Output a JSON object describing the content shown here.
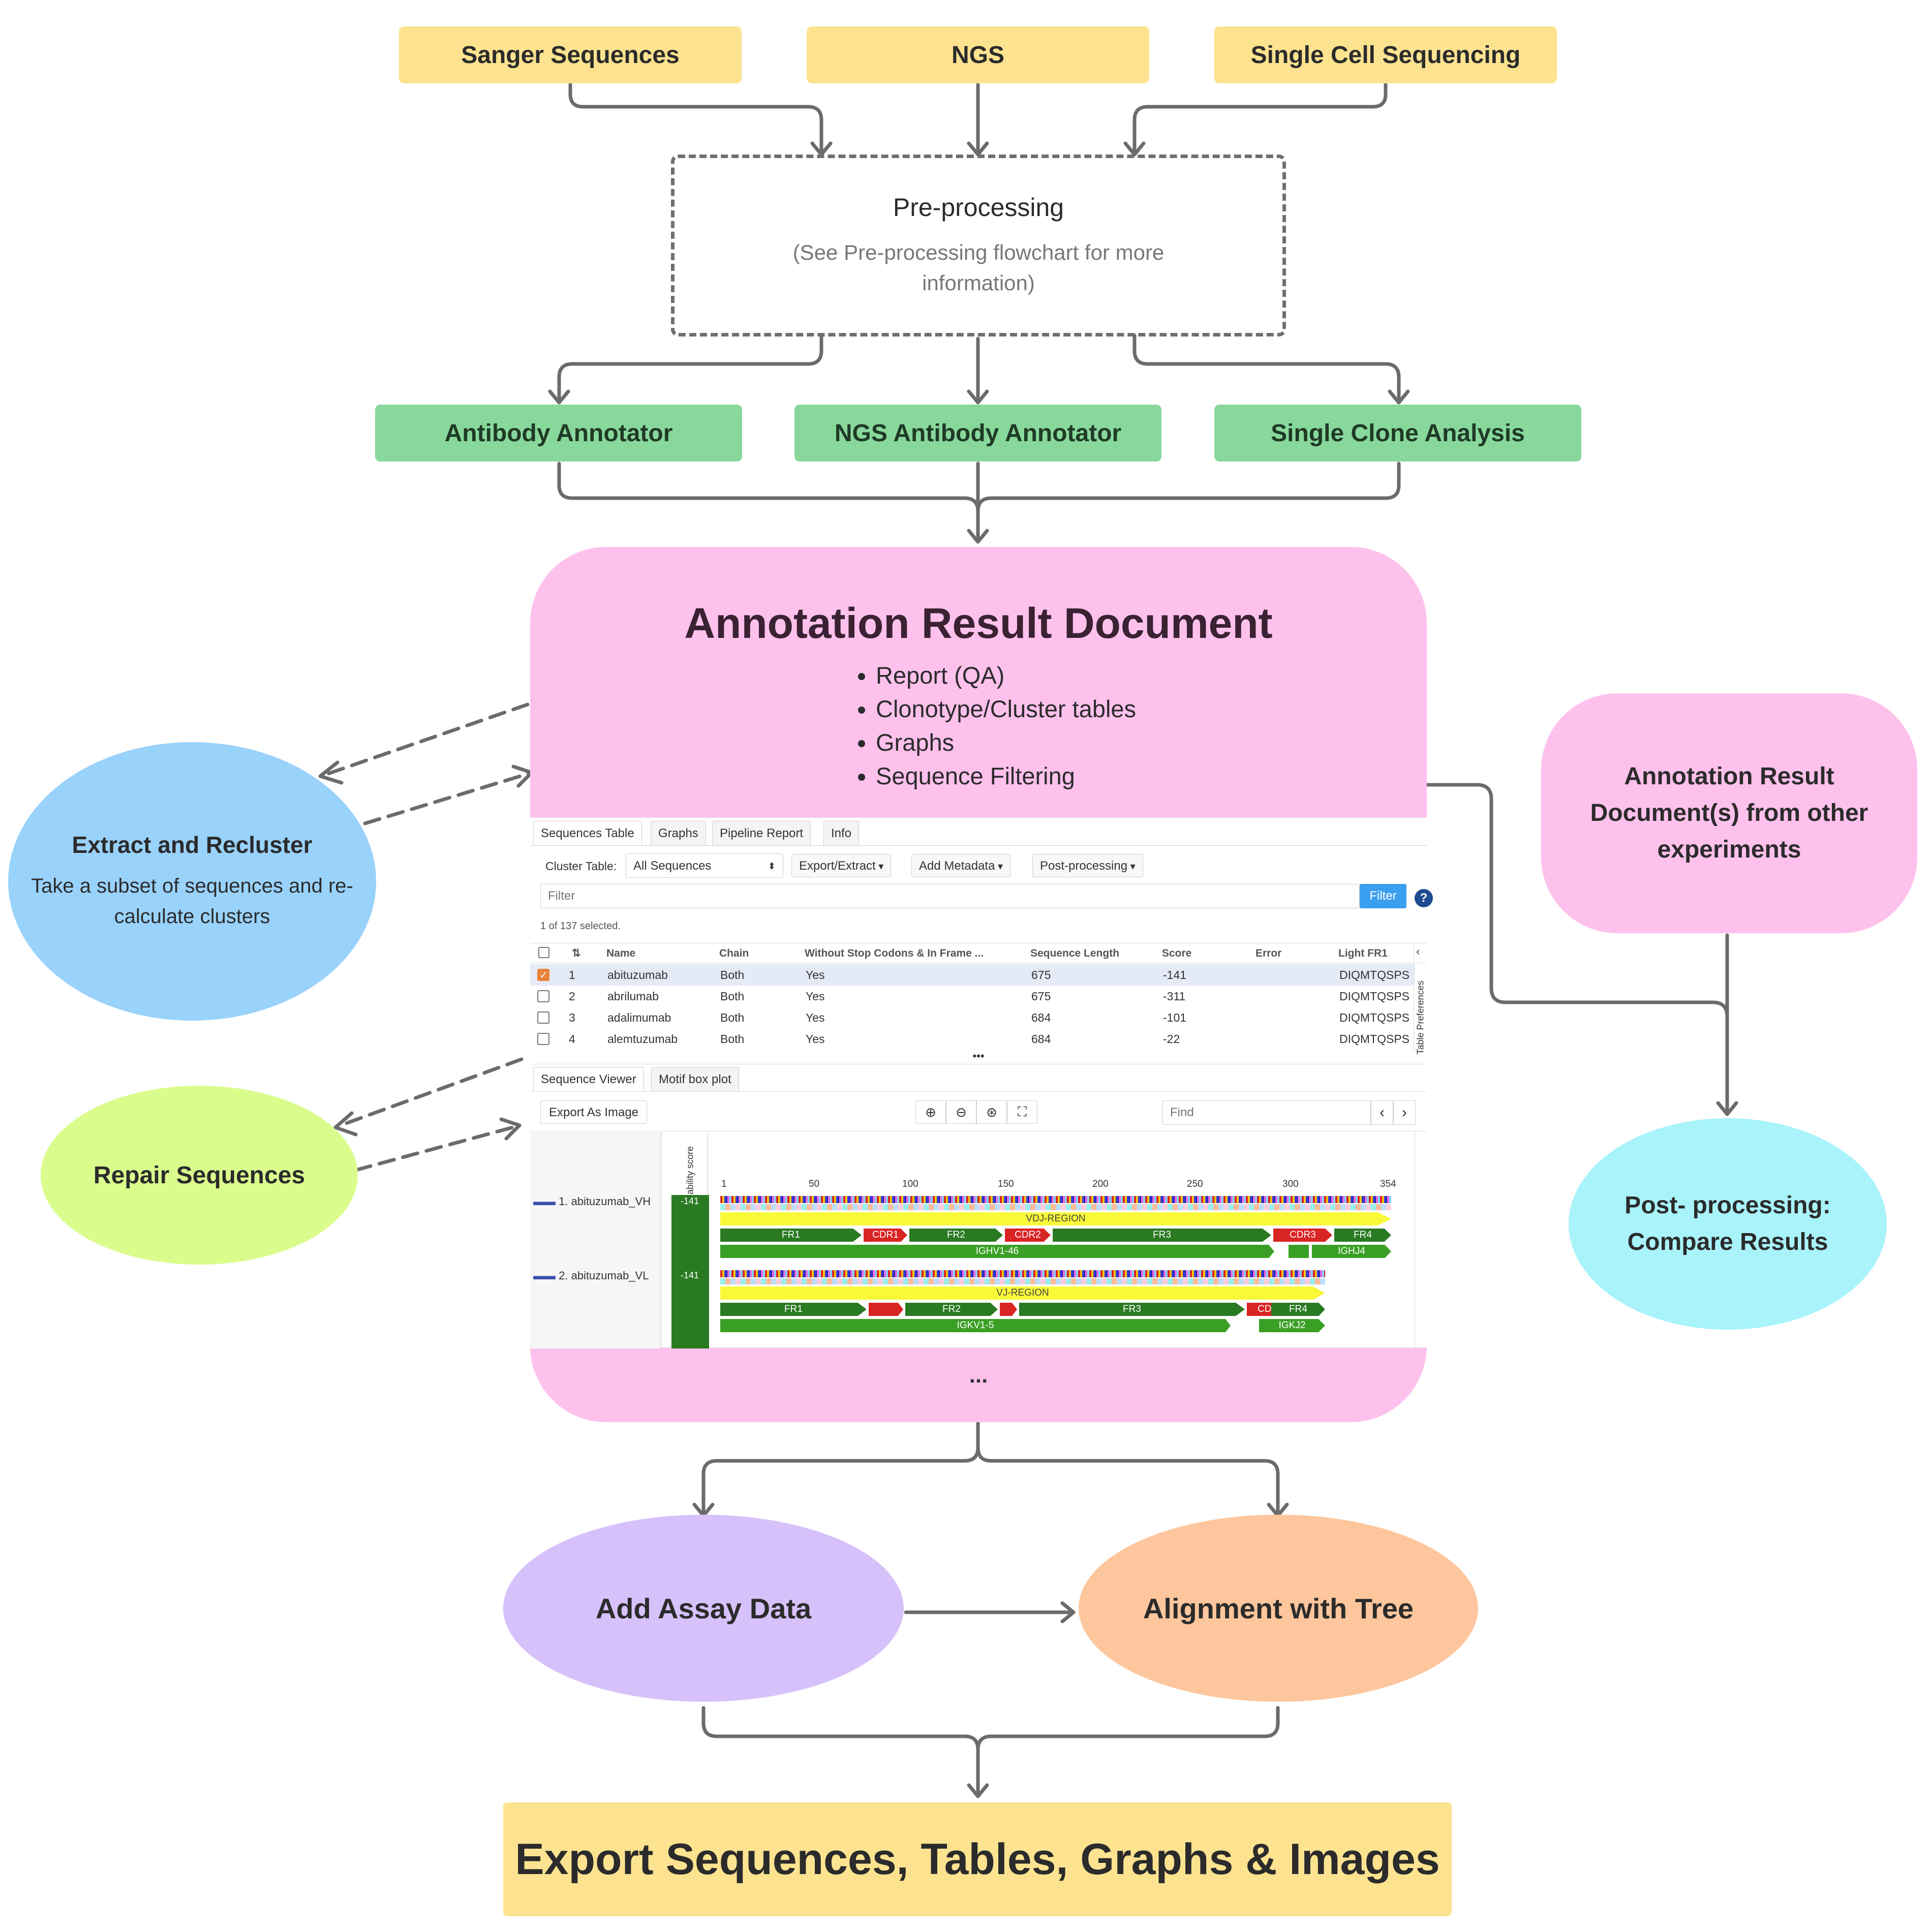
{
  "sources": {
    "sanger": "Sanger Sequences",
    "ngs": "NGS",
    "single_cell": "Single Cell Sequencing"
  },
  "preprocessing": {
    "title": "Pre-processing",
    "note": "(See Pre-processing flowchart for more information)"
  },
  "tools": {
    "antibody_annotator": "Antibody Annotator",
    "ngs_antibody_annotator": "NGS Antibody Annotator",
    "single_clone": "Single Clone Analysis"
  },
  "result_doc": {
    "title": "Annotation Result Document",
    "items": [
      "Report (QA)",
      "Clonotype/Cluster tables",
      "Graphs",
      "Sequence Filtering"
    ],
    "ellipsis": "..."
  },
  "screenshot": {
    "tabs": [
      "Sequences Table",
      "Graphs",
      "Pipeline Report",
      "Info"
    ],
    "cluster_label": "Cluster Table:",
    "cluster_value": "All Sequences",
    "buttons": [
      "Export/Extract",
      "Add Metadata",
      "Post-processing"
    ],
    "filter_placeholder": "Filter",
    "filter_button": "Filter",
    "help": "?",
    "selected_text": "1 of 137 selected.",
    "columns": [
      "Name",
      "Chain",
      "Without Stop Codons & In Frame ...",
      "Sequence Length",
      "Score",
      "Error",
      "Light FR1"
    ],
    "rows": [
      {
        "num": "1",
        "name": "abituzumab",
        "chain": "Both",
        "inframe": "Yes",
        "length": "675",
        "score": "-141",
        "light": "DIQMTQSPS",
        "checked": true
      },
      {
        "num": "2",
        "name": "abrilumab",
        "chain": "Both",
        "inframe": "Yes",
        "length": "675",
        "score": "-311",
        "light": "DIQMTQSPS",
        "checked": false
      },
      {
        "num": "3",
        "name": "adalimumab",
        "chain": "Both",
        "inframe": "Yes",
        "length": "684",
        "score": "-101",
        "light": "DIQMTQSPS",
        "checked": false
      },
      {
        "num": "4",
        "name": "alemtuzumab",
        "chain": "Both",
        "inframe": "Yes",
        "length": "684",
        "score": "-22",
        "light": "DIQMTQSPS",
        "checked": false
      }
    ],
    "side_label": "Table Preferences",
    "viewer_tabs": [
      "Sequence Viewer",
      "Motif box plot"
    ],
    "export_image": "Export As Image",
    "find_placeholder": "Find",
    "liability_label": "Liability score",
    "ruler": [
      "1",
      "50",
      "100",
      "150",
      "200",
      "250",
      "300",
      "354"
    ],
    "seq1": {
      "name": "1. abituzumab_VH",
      "score": "-141",
      "region": "VDJ-REGION",
      "germline_v": "IGHV1-46",
      "germline_j": "IGHJ4"
    },
    "seq2": {
      "name": "2. abituzumab_VL",
      "score": "-141",
      "region": "VJ-REGION",
      "germline_v": "IGKV1-5",
      "germline_j": "IGKJ2"
    },
    "features": {
      "fr1": "FR1",
      "cdr1": "CDR1",
      "fr2": "FR2",
      "cdr2": "CDR2",
      "fr3": "FR3",
      "cdr3": "CDR3",
      "fr4": "FR4"
    },
    "ellipsis": "•••"
  },
  "side_nodes": {
    "extract_title": "Extract and Recluster",
    "extract_desc": "Take a subset of sequences and re-calculate clusters",
    "repair": "Repair Sequences",
    "other_docs": "Annotation Result Document(s) from other experiments",
    "compare": "Post- processing: Compare Results"
  },
  "downstream": {
    "assay": "Add Assay Data",
    "tree": "Alignment with Tree",
    "export": "Export Sequences, Tables, Graphs & Images"
  },
  "colors": {
    "yellow": "#fde390",
    "green": "#88d89c",
    "pink": "#fdc1ec",
    "blue": "#99d2fb",
    "lime": "#dafc8d",
    "cyan": "#a9f3fb",
    "purple": "#d7c1fb",
    "orange": "#fdc69c",
    "arrow": "#6b6b6b"
  }
}
